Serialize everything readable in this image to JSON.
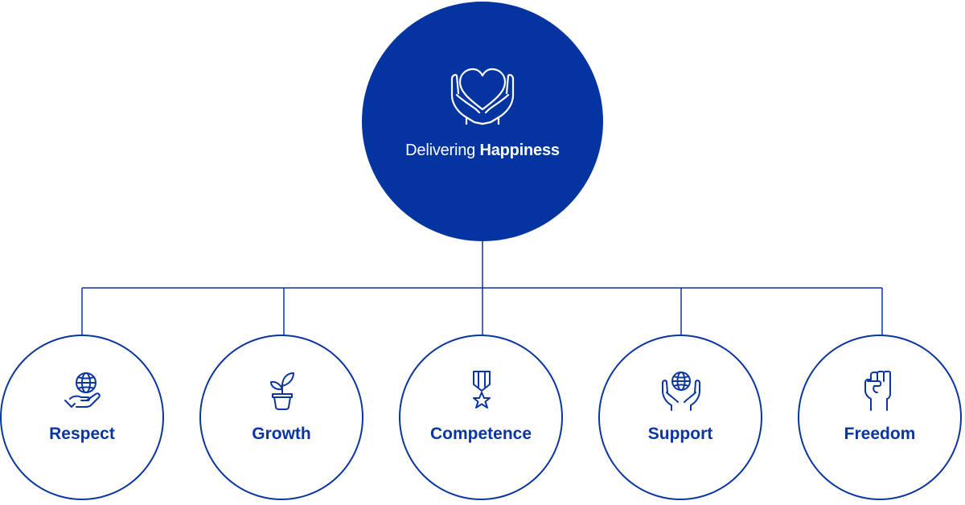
{
  "root": {
    "title_light": "Delivering",
    "title_bold": "Happiness",
    "icon": "heart-in-hands-icon"
  },
  "values": [
    {
      "label": "Respect",
      "icon": "globe-in-hand-icon"
    },
    {
      "label": "Growth",
      "icon": "plant-pot-icon"
    },
    {
      "label": "Competence",
      "icon": "medal-icon"
    },
    {
      "label": "Support",
      "icon": "globe-in-hands-icon"
    },
    {
      "label": "Freedom",
      "icon": "raised-fist-icon"
    }
  ],
  "colors": {
    "primary": "#0434a0",
    "outline": "#0b35a0",
    "background": "#ffffff",
    "text_on_primary": "#ffffff"
  }
}
